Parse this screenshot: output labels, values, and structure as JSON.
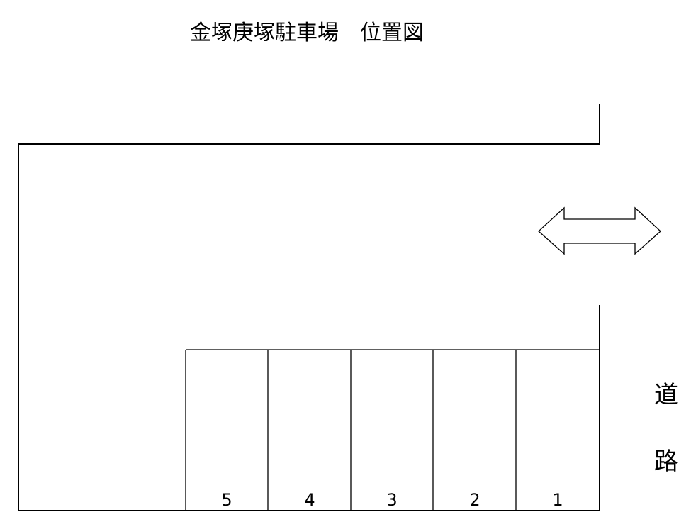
{
  "title": "金塚庚塚駐車場　位置図",
  "stalls": [
    "5",
    "4",
    "3",
    "2",
    "1"
  ],
  "road_label": [
    "道",
    "路"
  ],
  "entrance_arrow_icon": "double-arrow-icon"
}
